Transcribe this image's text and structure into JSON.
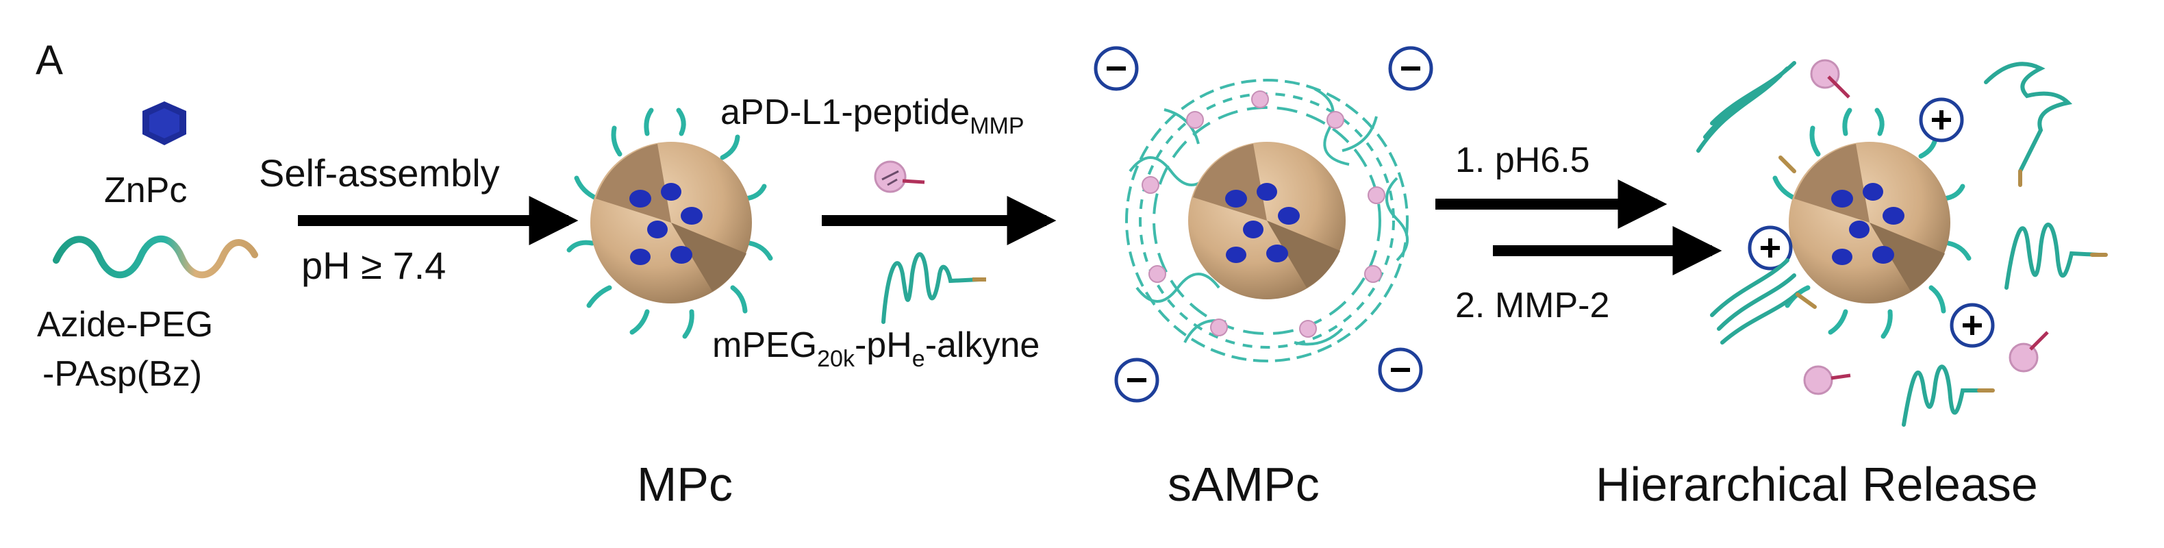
{
  "panel_label": "A",
  "reagents": {
    "zn": "ZnPc",
    "polymer_line1": "Azide-PEG",
    "polymer_line2": "-PAsp(Bz)"
  },
  "step1": {
    "top": "Self-assembly",
    "bottom": "pH ≥ 7.4"
  },
  "step2": {
    "top_main": "aPD-L1-peptide",
    "top_sub": "MMP",
    "bottom_pre": "mPEG",
    "bottom_sub1": "20k",
    "bottom_mid": "-pH",
    "bottom_sub2": "e",
    "bottom_post": "-alkyne"
  },
  "step3": {
    "first": "1. pH6.5",
    "second": "2. MMP-2"
  },
  "charges": {
    "negative": "-",
    "positive": "+"
  },
  "stage_labels": {
    "mpc": "MPc",
    "sampc": "sAMPc",
    "release": "Hierarchical Release"
  },
  "colors": {
    "shell": "#d2ad84",
    "core_shadow": "#8e7152",
    "drug": "#1f2fb8",
    "peg": "#2bb3a3",
    "peptide": "#e7b6d8",
    "charge_ring": "#1e3f9a",
    "arrow": "#000000"
  }
}
